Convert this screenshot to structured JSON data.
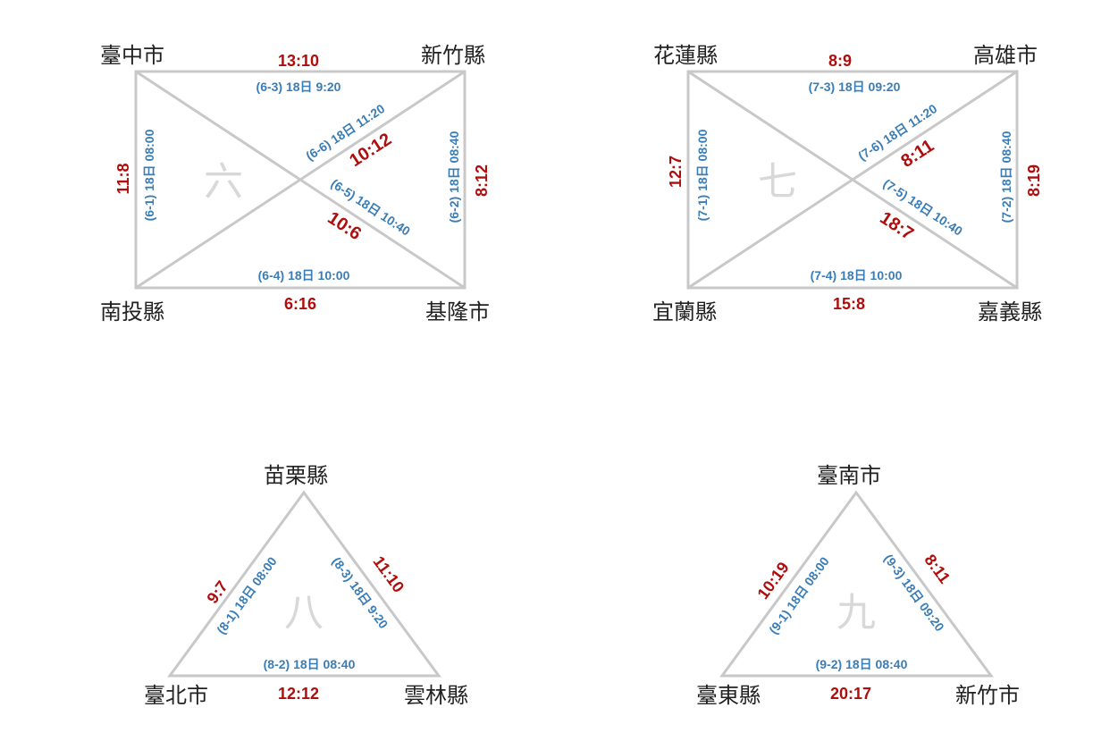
{
  "groups": {
    "six": {
      "name": "六",
      "teams": {
        "tl": "臺中市",
        "tr": "新竹縣",
        "bl": "南投縣",
        "br": "基隆市"
      },
      "matches": {
        "m1": "(6-1) 18日 08:00",
        "m2": "(6-2) 18日 08:40",
        "m3": "(6-3) 18日 9:20",
        "m4": "(6-4) 18日 10:00",
        "m5": "(6-5) 18日 10:40",
        "m6": "(6-6) 18日 11:20"
      },
      "scores": {
        "m1": "11:8",
        "m2": "8:12",
        "m3": "13:10",
        "m4": "6:16",
        "m5": "10:6",
        "m6": "10:12"
      }
    },
    "seven": {
      "name": "七",
      "teams": {
        "tl": "花蓮縣",
        "tr": "高雄市",
        "bl": "宜蘭縣",
        "br": "嘉義縣"
      },
      "matches": {
        "m1": "(7-1) 18日 08:00",
        "m2": "(7-2) 18日 08:40",
        "m3": "(7-3) 18日 09:20",
        "m4": "(7-4) 18日 10:00",
        "m5": "(7-5) 18日 10:40",
        "m6": "(7-6) 18日 11:20"
      },
      "scores": {
        "m1": "12:7",
        "m2": "8:19",
        "m3": "8:9",
        "m4": "15:8",
        "m5": "18:7",
        "m6": "8:11"
      }
    },
    "eight": {
      "name": "八",
      "teams": {
        "top": "苗栗縣",
        "bl": "臺北市",
        "br": "雲林縣"
      },
      "matches": {
        "m1": "(8-1) 18日 08:00",
        "m2": "(8-2) 18日 08:40",
        "m3": "(8-3) 18日 9:20"
      },
      "scores": {
        "m1": "9:7",
        "m2": "12:12",
        "m3": "11:10"
      }
    },
    "nine": {
      "name": "九",
      "teams": {
        "top": "臺南市",
        "bl": "臺東縣",
        "br": "新竹市"
      },
      "matches": {
        "m1": "(9-1) 18日 08:00",
        "m2": "(9-2) 18日 08:40",
        "m3": "(9-3) 18日 09:20"
      },
      "scores": {
        "m1": "10:19",
        "m2": "20:17",
        "m3": "8:11"
      }
    }
  },
  "colors": {
    "line": "#c8c8c8",
    "team": "#222222",
    "score": "#b00d0d",
    "match": "#3a7db6",
    "group": "#d8d8d8"
  }
}
